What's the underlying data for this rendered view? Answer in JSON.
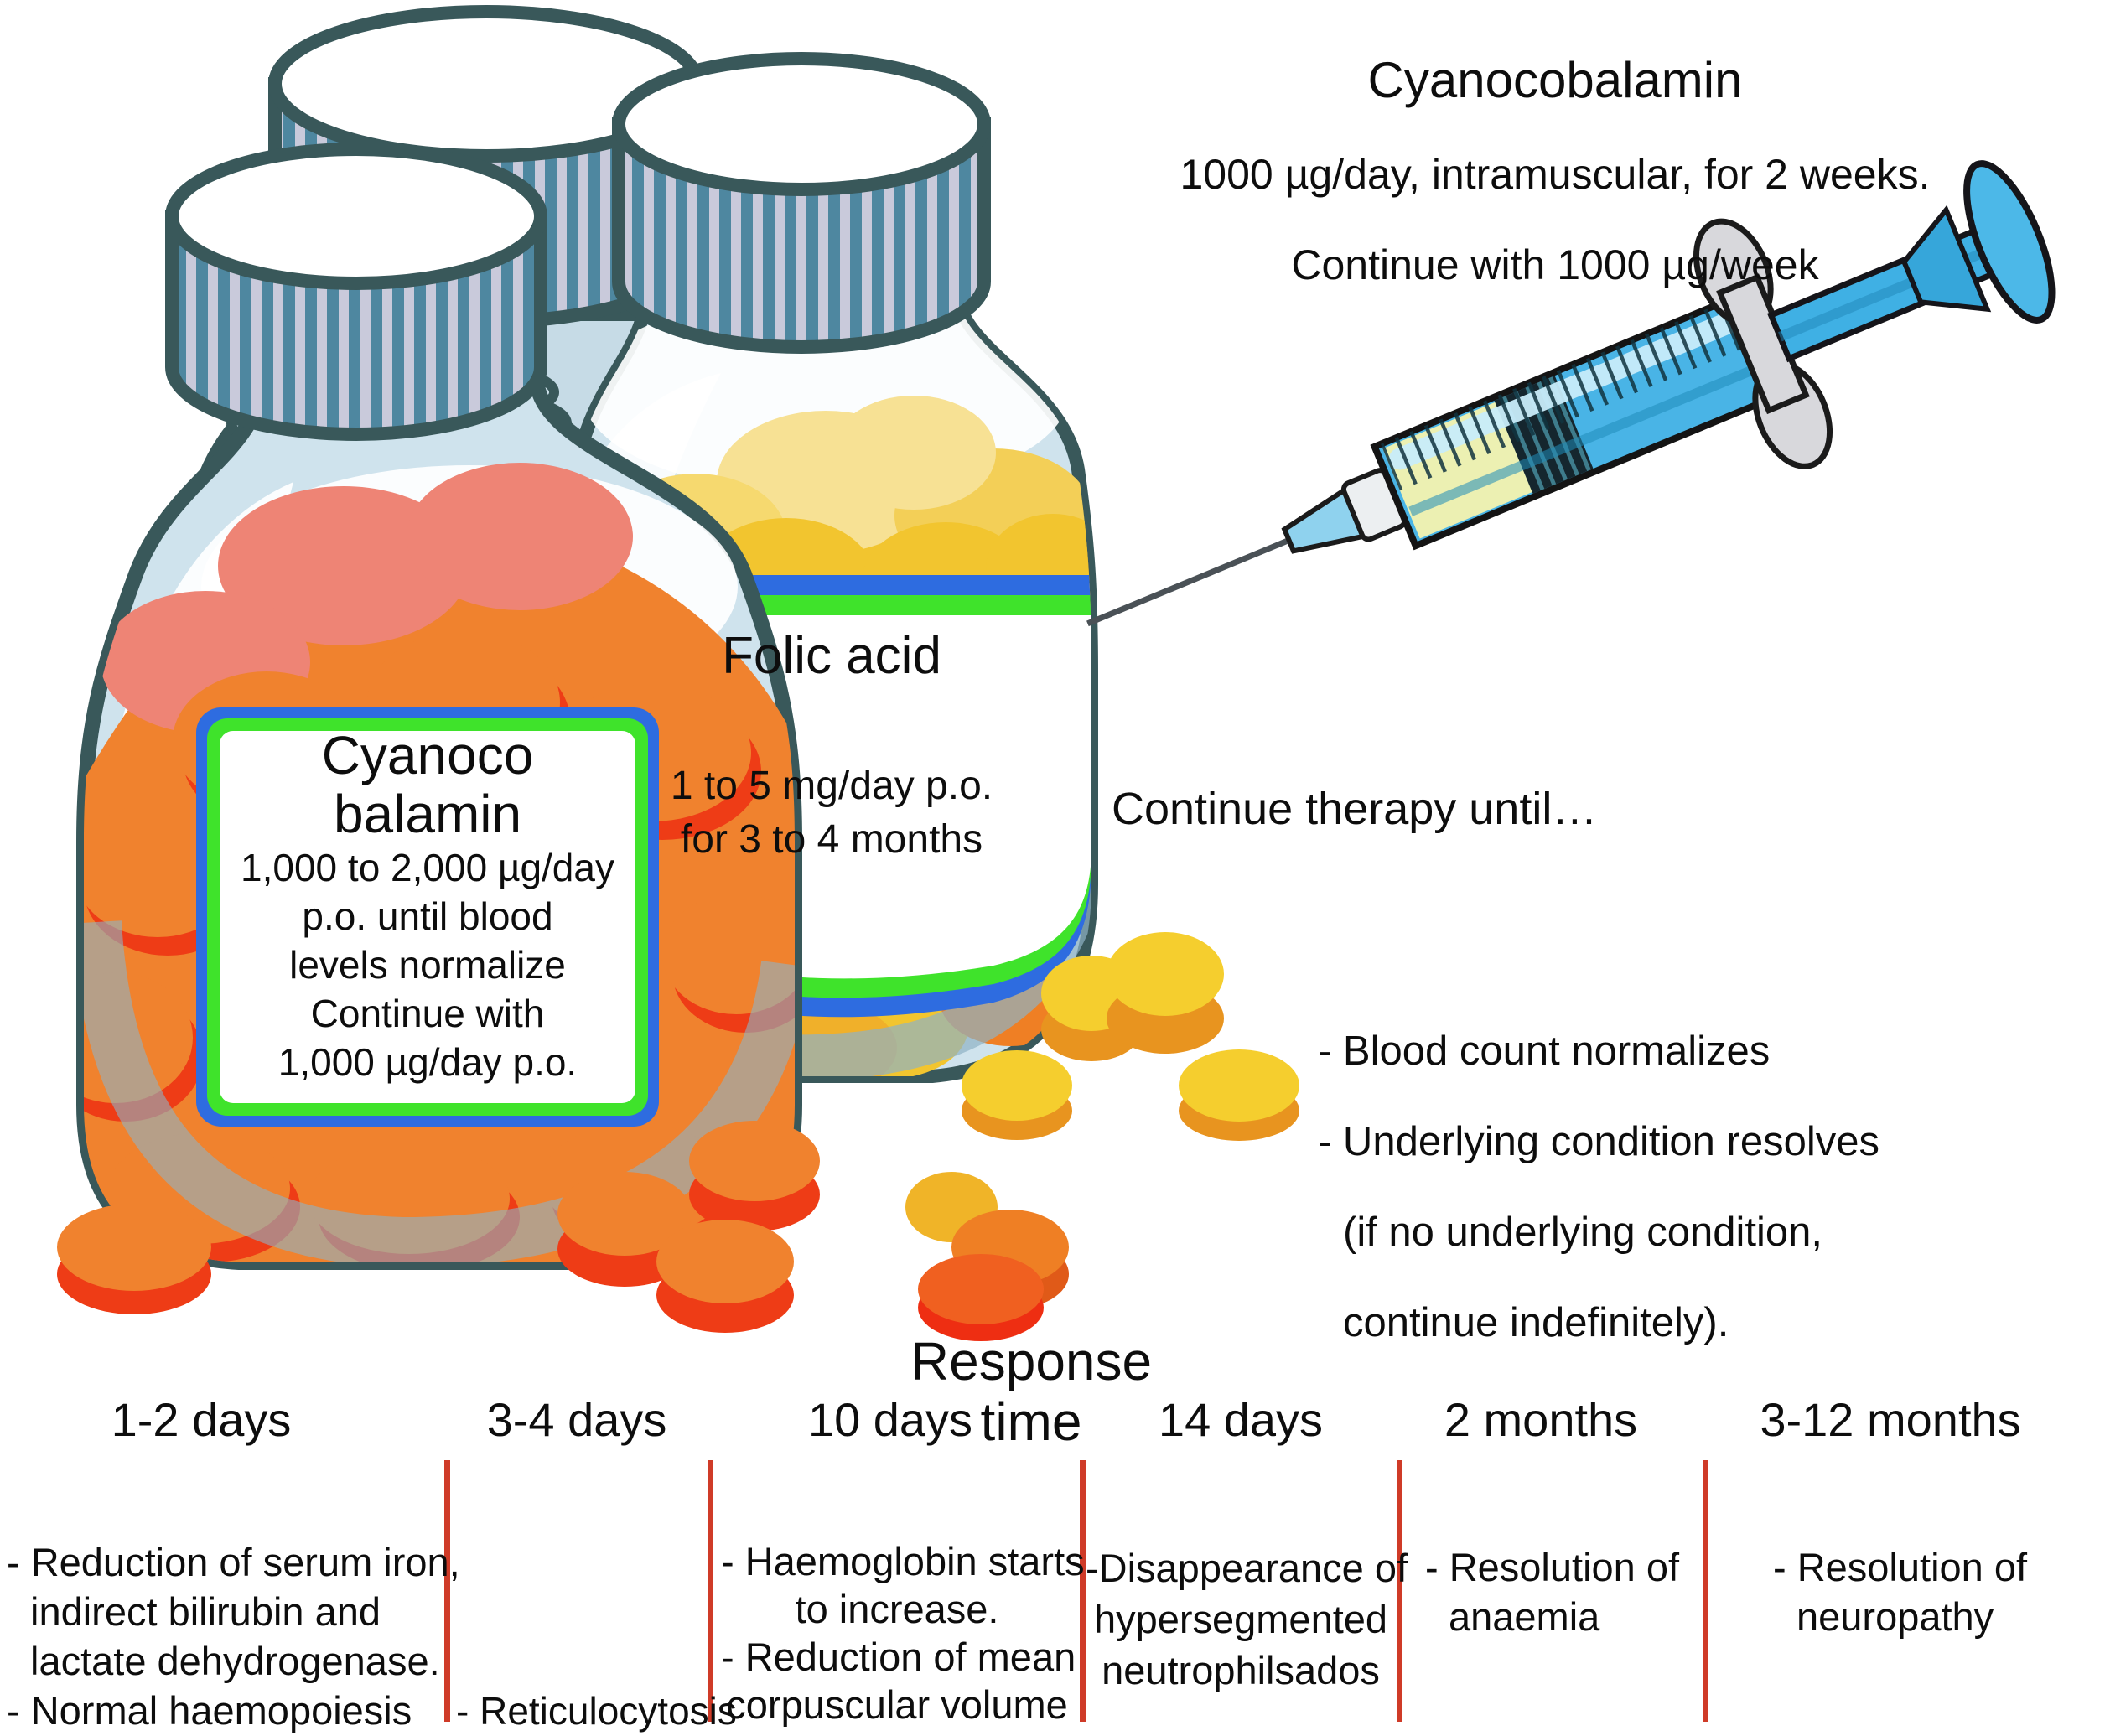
{
  "injection": {
    "title": "Cyanocobalamin",
    "line1": "1000 µg/day, intramuscular, for 2 weeks.",
    "line2": "Continue with 1000 µg/week"
  },
  "bottles": {
    "cyanocobalamin": {
      "title_line1": "Cyanoco",
      "title_line2": "balamin",
      "lines": [
        "1,000 to 2,000 µg/day",
        "p.o. until blood",
        "levels normalize",
        "Continue with",
        "1,000 µg/day p.o."
      ]
    },
    "folic_acid": {
      "title": "Folic acid",
      "lines": [
        "1 to 5 mg/day p.o.",
        "for 3 to 4 months"
      ]
    }
  },
  "therapy": {
    "title": "Continue therapy until…",
    "bullets": [
      "- Blood count normalizes",
      "- Underlying condition resolves",
      "(if no underlying condition,",
      "continue indefinitely)."
    ]
  },
  "response": {
    "title": "Response time",
    "columns": [
      {
        "label": "1-2 days",
        "lines": [
          "- Reduction of serum iron,",
          "indirect bilirubin and",
          "lactate dehydrogenase.",
          "- Normal haemopoiesis"
        ]
      },
      {
        "label": "3-4 days",
        "lines": [
          "- Reticulocytosis"
        ]
      },
      {
        "label": "10 days",
        "lines": [
          "- Haemoglobin starts",
          "to increase.",
          "- Reduction of mean",
          "corpuscular volume"
        ]
      },
      {
        "label": "14 days",
        "lines": [
          "-Disappearance of",
          "hypersegmented",
          "neutrophilsados"
        ]
      },
      {
        "label": "2 months",
        "lines": [
          "- Resolution of",
          "anaemia"
        ]
      },
      {
        "label": "3-12 months",
        "lines": [
          "- Resolution of",
          "neuropathy"
        ]
      }
    ]
  },
  "colors": {
    "divider_red": "#cf3b28",
    "label_border_blue": "#2e6ce0",
    "label_border_green": "#3fe32b",
    "pill_orange": "#f0822e",
    "pill_orange_dark": "#ee3c16",
    "pill_salmon": "#ee8475",
    "pill_yellow": "#f2c52f",
    "pill_yellow_light": "#f7e194",
    "pill_amber": "#e8962a",
    "bottle_glass": "#cfe3ed",
    "bottle_outline": "#39585a",
    "cap_stripe_teal": "#4e87a0",
    "cap_stripe_gray": "#c9cadb",
    "syringe_blue": "#49b4e6",
    "syringe_gray": "#d8d8dc",
    "liquid_yellow": "#ecf0b2"
  }
}
